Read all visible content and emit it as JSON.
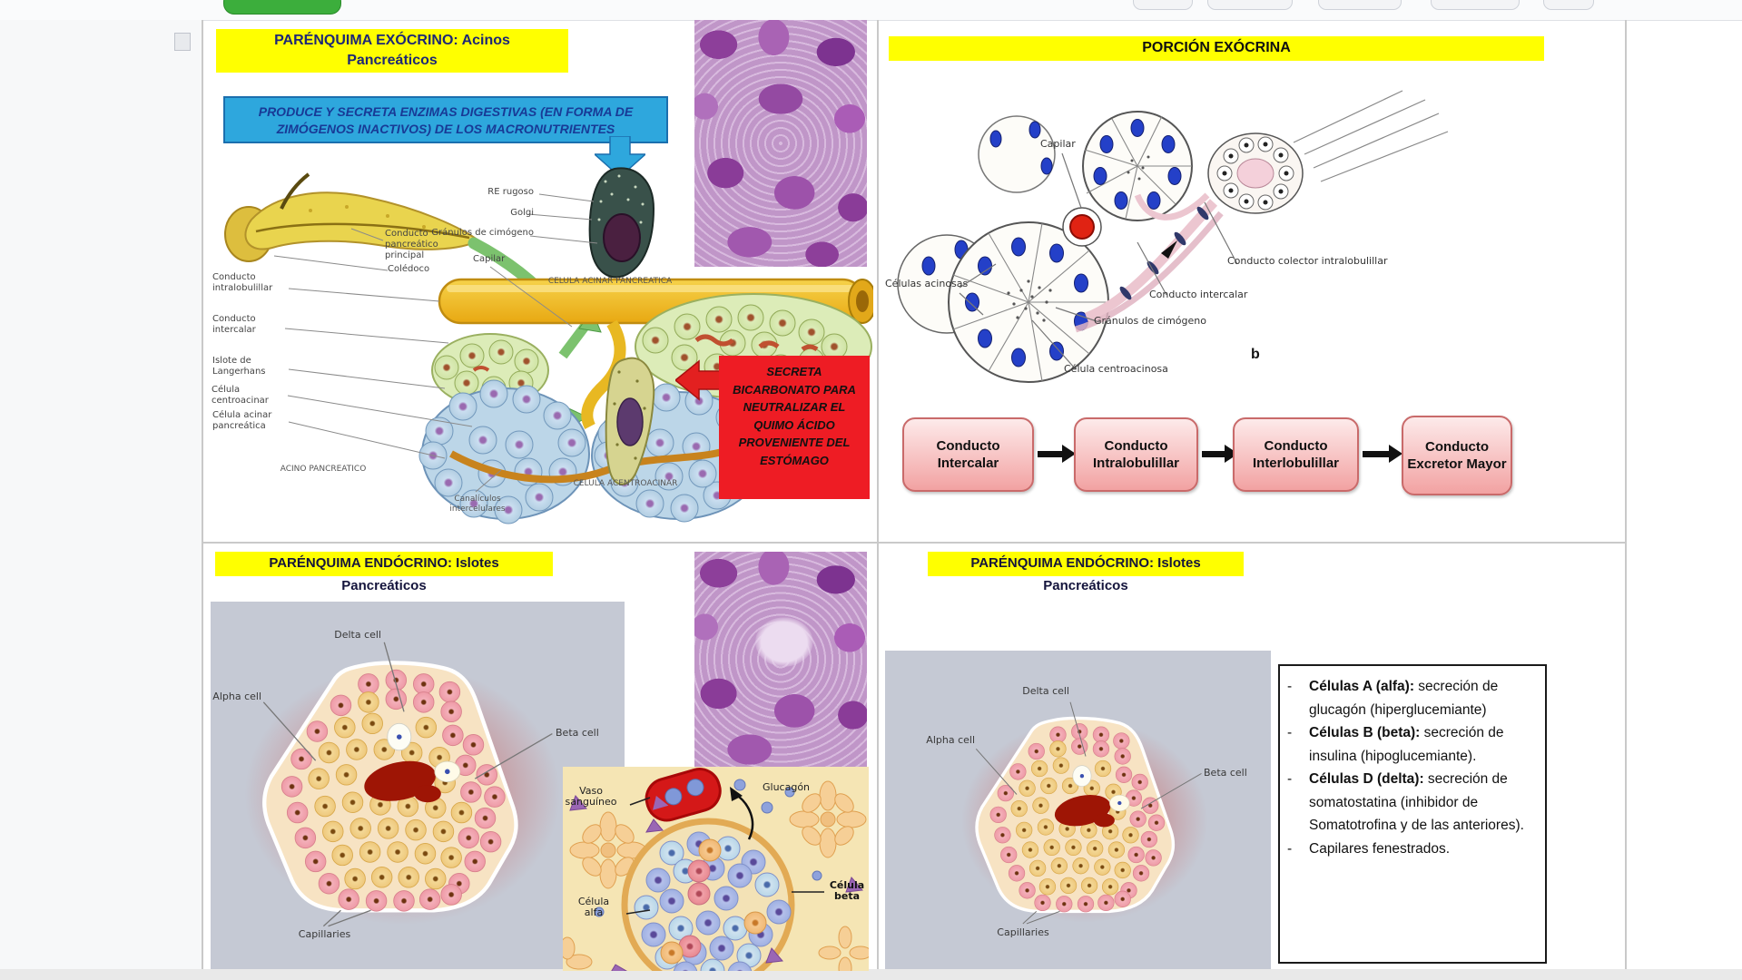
{
  "colors": {
    "highlight_yellow": "#ffff00",
    "info_blue": "#2ea7dd",
    "alert_red": "#ee1c24",
    "flow_pink": "#f5b8b8",
    "islet_bg_gray": "#c5c9d4",
    "green_button": "#3cae3c"
  },
  "exocrino": {
    "title_line1": "PARÉNQUIMA EXÓCRINO: Acinos",
    "title_line2": "Pancreáticos",
    "info": "PRODUCE Y SECRETA ENZIMAS DIGESTIVAS (EN FORMA DE ZIMÓGENOS INACTIVOS) DE LOS MACRONUTRIENTES",
    "alert": "SECRETA BICARBONATO PARA NEUTRALIZAR EL QUIMO ÁCIDO PROVENIENTE DEL ESTÓMAGO",
    "labels": {
      "conducto_pancreatico_principal": "Conducto pancreático principal",
      "coledoco": "Colédoco",
      "conducto_intralobulillar": "Conducto intralobulillar",
      "conducto_intercalar": "Conducto intercalar",
      "islote_de_langerhans": "Islote de Langerhans",
      "celula_centroacinar": "Célula centroacinar",
      "celula_acinar_pancreatica": "Célula acinar pancreática",
      "re_rugoso": "RE rugoso",
      "golgi": "Golgi",
      "granulos_de_cimogeno": "Gránulos de cimógeno",
      "capilar": "Capilar",
      "celula_acinar_caption": "CELULA ACINAR PANCREATICA",
      "acino_caption": "ACINO PANCREATICO",
      "canaliculos_intercelulares": "Canalículos intercelulares",
      "celula_centroacinar_caption": "CELULA ACENTROACINAR"
    }
  },
  "porcion_exocrina": {
    "title": "PORCIÓN EXÓCRINA",
    "labels": {
      "capilar": "Capilar",
      "celulas_acinosas": "Células acinosas",
      "granulos_de_cimogeno": "Gránulos de cimógeno",
      "celula_centroacinosa": "Célula centroacinosa",
      "conducto_intercalar": "Conducto intercalar",
      "conducto_colector": "Conducto colector intralobulillar",
      "fig_letter": "b"
    },
    "flow": [
      "Conducto Intercalar",
      "Conducto Intralobulillar",
      "Conducto Interlobulillar",
      "Conducto Excretor Mayor"
    ]
  },
  "endocrino_left": {
    "title_line1": "PARÉNQUIMA ENDÓCRINO: Islotes",
    "title_line2": "Pancreáticos",
    "islet_labels": {
      "delta": "Delta cell",
      "alpha": "Alpha cell",
      "beta": "Beta cell",
      "capillaries": "Capillaries"
    },
    "inset_labels": {
      "vaso": "Vaso sanguíneo",
      "glucagon": "Glucagón",
      "celula_alfa": "Célula alfa",
      "celula_beta": "Célula beta"
    }
  },
  "endocrino_right": {
    "title_line1": "PARÉNQUIMA ENDÓCRINO: Islotes",
    "title_line2": "Pancreáticos",
    "islet_labels": {
      "delta": "Delta cell",
      "alpha": "Alpha cell",
      "beta": "Beta cell",
      "capillaries": "Capillaries"
    },
    "notes": [
      {
        "lead": "Células A (alfa):",
        "text": " secreción de glucagón (hiperglucemiante)"
      },
      {
        "lead": "Células B (beta):",
        "text": " secreción de insulina (hipoglucemiante)."
      },
      {
        "lead": "Células D (delta):",
        "text": " secreción de somatostatina (inhibidor de Somatotrofina y de las anteriores)."
      },
      {
        "lead": "",
        "text": "Capilares fenestrados."
      }
    ]
  }
}
